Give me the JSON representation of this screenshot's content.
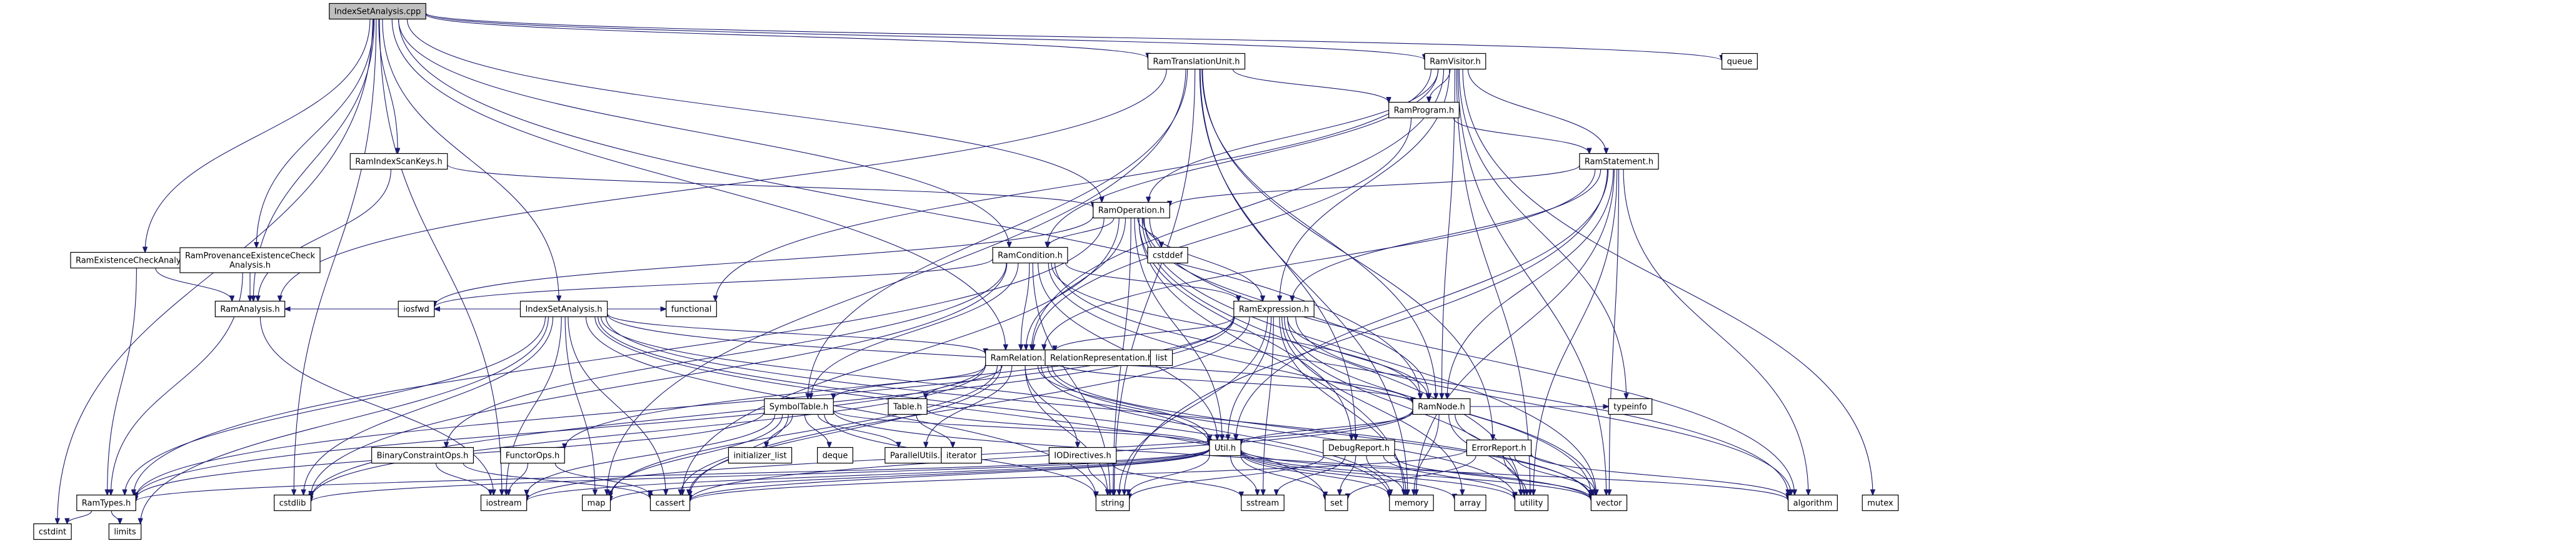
{
  "title": "IndexSetAnalysis.cpp",
  "colors": {
    "edge": "#191970",
    "box_border": "#000000",
    "box_border_red": "#ff0000",
    "box_fill": "#ffffff",
    "root_fill": "#bfbfbf",
    "text": "#000000"
  },
  "nodes": [
    {
      "id": "root",
      "label": "IndexSetAnalysis.cpp",
      "kind": "root"
    },
    {
      "id": "RamTranslationUnit",
      "label": "RamTranslationUnit.h",
      "kind": "file"
    },
    {
      "id": "RamVisitor",
      "label": "RamVisitor.h",
      "kind": "file"
    },
    {
      "id": "queue",
      "label": "queue",
      "kind": "external"
    },
    {
      "id": "RamProgram",
      "label": "RamProgram.h",
      "kind": "file"
    },
    {
      "id": "RamIndexScanKeys",
      "label": "RamIndexScanKeys.h",
      "kind": "file"
    },
    {
      "id": "RamStatement",
      "label": "RamStatement.h",
      "kind": "incomplete"
    },
    {
      "id": "RamOperation",
      "label": "RamOperation.h",
      "kind": "file"
    },
    {
      "id": "RamExistenceCheckAnalysis",
      "label": "RamExistenceCheckAnalysis.h",
      "kind": "file"
    },
    {
      "id": "RamProvenanceExistenceCheckAnalysis",
      "label": "RamProvenanceExistenceCheck\nAnalysis.h",
      "kind": "file"
    },
    {
      "id": "RamCondition",
      "label": "RamCondition.h",
      "kind": "file"
    },
    {
      "id": "cstddef",
      "label": "cstddef",
      "kind": "external"
    },
    {
      "id": "IndexSetAnalysis",
      "label": "IndexSetAnalysis.h",
      "kind": "file"
    },
    {
      "id": "RamExpression",
      "label": "RamExpression.h",
      "kind": "file"
    },
    {
      "id": "RamAnalysis",
      "label": "RamAnalysis.h",
      "kind": "file"
    },
    {
      "id": "iosfwd",
      "label": "iosfwd",
      "kind": "external"
    },
    {
      "id": "functional",
      "label": "functional",
      "kind": "external"
    },
    {
      "id": "RamRelation",
      "label": "RamRelation.h",
      "kind": "file"
    },
    {
      "id": "RelationRepresentation",
      "label": "RelationRepresentation.h",
      "kind": "incomplete"
    },
    {
      "id": "list",
      "label": "list",
      "kind": "external"
    },
    {
      "id": "SymbolTable",
      "label": "SymbolTable.h",
      "kind": "incomplete"
    },
    {
      "id": "Table",
      "label": "Table.h",
      "kind": "file"
    },
    {
      "id": "RamNode",
      "label": "RamNode.h",
      "kind": "file"
    },
    {
      "id": "typeinfo",
      "label": "typeinfo",
      "kind": "external"
    },
    {
      "id": "BinaryConstraintOps",
      "label": "BinaryConstraintOps.h",
      "kind": "file"
    },
    {
      "id": "FunctorOps",
      "label": "FunctorOps.h",
      "kind": "file"
    },
    {
      "id": "initializer_list",
      "label": "initializer_list",
      "kind": "external"
    },
    {
      "id": "deque",
      "label": "deque",
      "kind": "external"
    },
    {
      "id": "ParallelUtils",
      "label": "ParallelUtils.h",
      "kind": "incomplete"
    },
    {
      "id": "iterator",
      "label": "iterator",
      "kind": "external"
    },
    {
      "id": "IODirectives",
      "label": "IODirectives.h",
      "kind": "file"
    },
    {
      "id": "Util",
      "label": "Util.h",
      "kind": "incomplete"
    },
    {
      "id": "DebugReport",
      "label": "DebugReport.h",
      "kind": "incomplete"
    },
    {
      "id": "ErrorReport",
      "label": "ErrorReport.h",
      "kind": "incomplete"
    },
    {
      "id": "RamTypes",
      "label": "RamTypes.h",
      "kind": "file"
    },
    {
      "id": "cstdlib",
      "label": "cstdlib",
      "kind": "external"
    },
    {
      "id": "iostream",
      "label": "iostream",
      "kind": "external"
    },
    {
      "id": "map",
      "label": "map",
      "kind": "external"
    },
    {
      "id": "cassert",
      "label": "cassert",
      "kind": "external"
    },
    {
      "id": "string",
      "label": "string",
      "kind": "external"
    },
    {
      "id": "sstream",
      "label": "sstream",
      "kind": "external"
    },
    {
      "id": "set",
      "label": "set",
      "kind": "external"
    },
    {
      "id": "memory",
      "label": "memory",
      "kind": "external"
    },
    {
      "id": "array",
      "label": "array",
      "kind": "external"
    },
    {
      "id": "utility",
      "label": "utility",
      "kind": "external"
    },
    {
      "id": "vector",
      "label": "vector",
      "kind": "external"
    },
    {
      "id": "algorithm",
      "label": "algorithm",
      "kind": "external"
    },
    {
      "id": "mutex",
      "label": "mutex",
      "kind": "external"
    },
    {
      "id": "cstdint",
      "label": "cstdint",
      "kind": "external"
    },
    {
      "id": "limits",
      "label": "limits",
      "kind": "external"
    }
  ],
  "edges": [
    [
      "root",
      "RamTranslationUnit"
    ],
    [
      "root",
      "RamVisitor"
    ],
    [
      "root",
      "queue"
    ],
    [
      "root",
      "RamIndexScanKeys"
    ],
    [
      "root",
      "RamOperation"
    ],
    [
      "root",
      "RamExistenceCheckAnalysis"
    ],
    [
      "root",
      "RamProvenanceExistenceCheckAnalysis"
    ],
    [
      "root",
      "RamCondition"
    ],
    [
      "root",
      "IndexSetAnalysis"
    ],
    [
      "root",
      "RamRelation"
    ],
    [
      "root",
      "RamNode"
    ],
    [
      "root",
      "cstdint"
    ],
    [
      "root",
      "cstdlib"
    ],
    [
      "root",
      "iostream"
    ],
    [
      "root",
      "RamAnalysis"
    ],
    [
      "RamTranslationUnit",
      "RamProgram"
    ],
    [
      "RamTranslationUnit",
      "RamAnalysis"
    ],
    [
      "RamTranslationUnit",
      "SymbolTable"
    ],
    [
      "RamTranslationUnit",
      "DebugReport"
    ],
    [
      "RamTranslationUnit",
      "ErrorReport"
    ],
    [
      "RamTranslationUnit",
      "memory"
    ],
    [
      "RamTranslationUnit",
      "map"
    ],
    [
      "RamTranslationUnit",
      "string"
    ],
    [
      "RamTranslationUnit",
      "RamNode"
    ],
    [
      "RamVisitor",
      "RamProgram"
    ],
    [
      "RamVisitor",
      "RamStatement"
    ],
    [
      "RamVisitor",
      "RamOperation"
    ],
    [
      "RamVisitor",
      "RamCondition"
    ],
    [
      "RamVisitor",
      "RamExpression"
    ],
    [
      "RamVisitor",
      "RamRelation"
    ],
    [
      "RamVisitor",
      "RamNode"
    ],
    [
      "RamVisitor",
      "typeinfo"
    ],
    [
      "RamVisitor",
      "functional"
    ],
    [
      "RamVisitor",
      "vector"
    ],
    [
      "RamVisitor",
      "utility"
    ],
    [
      "RamVisitor",
      "mutex"
    ],
    [
      "RamProgram",
      "RamStatement"
    ],
    [
      "RamProgram",
      "RamRelation"
    ],
    [
      "RamIndexScanKeys",
      "RamOperation"
    ],
    [
      "RamIndexScanKeys",
      "RamAnalysis"
    ],
    [
      "RamStatement",
      "RamOperation"
    ],
    [
      "RamStatement",
      "RamExpression"
    ],
    [
      "RamStatement",
      "RamRelation"
    ],
    [
      "RamStatement",
      "RamNode"
    ],
    [
      "RamStatement",
      "Util"
    ],
    [
      "RamStatement",
      "algorithm"
    ],
    [
      "RamStatement",
      "vector"
    ],
    [
      "RamStatement",
      "utility"
    ],
    [
      "RamStatement",
      "string"
    ],
    [
      "RamStatement",
      "memory"
    ],
    [
      "RamOperation",
      "RamCondition"
    ],
    [
      "RamOperation",
      "RamExpression"
    ],
    [
      "RamOperation",
      "RamRelation"
    ],
    [
      "RamOperation",
      "RamNode"
    ],
    [
      "RamOperation",
      "cstddef"
    ],
    [
      "RamOperation",
      "Util"
    ],
    [
      "RamOperation",
      "DebugReport"
    ],
    [
      "RamOperation",
      "iosfwd"
    ],
    [
      "RamOperation",
      "RamTypes"
    ],
    [
      "RamOperation",
      "cassert"
    ],
    [
      "RamOperation",
      "string"
    ],
    [
      "RamOperation",
      "vector"
    ],
    [
      "RamOperation",
      "utility"
    ],
    [
      "RamOperation",
      "memory"
    ],
    [
      "RamOperation",
      "algorithm"
    ],
    [
      "RamExistenceCheckAnalysis",
      "RamAnalysis"
    ],
    [
      "RamExistenceCheckAnalysis",
      "RamTypes"
    ],
    [
      "RamProvenanceExistenceCheckAnalysis",
      "RamAnalysis"
    ],
    [
      "RamProvenanceExistenceCheckAnalysis",
      "RamTypes"
    ],
    [
      "RamCondition",
      "RamExpression"
    ],
    [
      "RamCondition",
      "RamRelation"
    ],
    [
      "RamCondition",
      "RamNode"
    ],
    [
      "RamCondition",
      "SymbolTable"
    ],
    [
      "RamCondition",
      "BinaryConstraintOps"
    ],
    [
      "RamCondition",
      "Util"
    ],
    [
      "RamCondition",
      "cstdlib"
    ],
    [
      "RamCondition",
      "iosfwd"
    ],
    [
      "RamCondition",
      "string"
    ],
    [
      "RamCondition",
      "vector"
    ],
    [
      "RamCondition",
      "algorithm"
    ],
    [
      "IndexSetAnalysis",
      "RamAnalysis"
    ],
    [
      "IndexSetAnalysis",
      "RamRelation"
    ],
    [
      "IndexSetAnalysis",
      "iosfwd"
    ],
    [
      "IndexSetAnalysis",
      "functional"
    ],
    [
      "IndexSetAnalysis",
      "RamTypes"
    ],
    [
      "IndexSetAnalysis",
      "cstdlib"
    ],
    [
      "IndexSetAnalysis",
      "limits"
    ],
    [
      "IndexSetAnalysis",
      "iostream"
    ],
    [
      "IndexSetAnalysis",
      "map"
    ],
    [
      "IndexSetAnalysis",
      "cassert"
    ],
    [
      "IndexSetAnalysis",
      "string"
    ],
    [
      "IndexSetAnalysis",
      "set"
    ],
    [
      "IndexSetAnalysis",
      "memory"
    ],
    [
      "IndexSetAnalysis",
      "vector"
    ],
    [
      "IndexSetAnalysis",
      "Util"
    ],
    [
      "IndexSetAnalysis",
      "RamNode"
    ],
    [
      "RamExpression",
      "RamRelation"
    ],
    [
      "RamExpression",
      "RamNode"
    ],
    [
      "RamExpression",
      "FunctorOps"
    ],
    [
      "RamExpression",
      "RamTypes"
    ],
    [
      "RamExpression",
      "Util"
    ],
    [
      "RamExpression",
      "string"
    ],
    [
      "RamExpression",
      "sstream"
    ],
    [
      "RamExpression",
      "memory"
    ],
    [
      "RamExpression",
      "vector"
    ],
    [
      "RamExpression",
      "utility"
    ],
    [
      "RamExpression",
      "algorithm"
    ],
    [
      "RamExpression",
      "array"
    ],
    [
      "RamExpression",
      "cstdlib"
    ],
    [
      "RamExpression",
      "cassert"
    ],
    [
      "RamAnalysis",
      "iostream"
    ],
    [
      "RamRelation",
      "RelationRepresentation"
    ],
    [
      "RamRelation",
      "list"
    ],
    [
      "RamRelation",
      "SymbolTable"
    ],
    [
      "RamRelation",
      "Table"
    ],
    [
      "RamRelation",
      "RamNode"
    ],
    [
      "RamRelation",
      "ParallelUtils"
    ],
    [
      "RamRelation",
      "IODirectives"
    ],
    [
      "RamRelation",
      "Util"
    ],
    [
      "RamRelation",
      "RamTypes"
    ],
    [
      "RamRelation",
      "cstdlib"
    ],
    [
      "RamRelation",
      "map"
    ],
    [
      "RamRelation",
      "cassert"
    ],
    [
      "RamRelation",
      "string"
    ],
    [
      "RamRelation",
      "memory"
    ],
    [
      "RamRelation",
      "utility"
    ],
    [
      "RamRelation",
      "vector"
    ],
    [
      "SymbolTable",
      "ParallelUtils"
    ],
    [
      "SymbolTable",
      "RamTypes"
    ],
    [
      "SymbolTable",
      "initializer_list"
    ],
    [
      "SymbolTable",
      "deque"
    ],
    [
      "SymbolTable",
      "iostream"
    ],
    [
      "SymbolTable",
      "map"
    ],
    [
      "SymbolTable",
      "cassert"
    ],
    [
      "SymbolTable",
      "string"
    ],
    [
      "SymbolTable",
      "vector"
    ],
    [
      "SymbolTable",
      "Util"
    ],
    [
      "Table",
      "iterator"
    ],
    [
      "Table",
      "Util"
    ],
    [
      "RamNode",
      "typeinfo"
    ],
    [
      "RamNode",
      "cassert"
    ],
    [
      "RamNode",
      "iostream"
    ],
    [
      "RamNode",
      "memory"
    ],
    [
      "RamNode",
      "vector"
    ],
    [
      "RamNode",
      "utility"
    ],
    [
      "RamNode",
      "Util"
    ],
    [
      "BinaryConstraintOps",
      "iostream"
    ],
    [
      "BinaryConstraintOps",
      "cassert"
    ],
    [
      "FunctorOps",
      "iostream"
    ],
    [
      "FunctorOps",
      "cassert"
    ],
    [
      "IODirectives",
      "string"
    ],
    [
      "IODirectives",
      "sstream"
    ],
    [
      "Util",
      "RamTypes"
    ],
    [
      "Util",
      "cstdlib"
    ],
    [
      "Util",
      "iostream"
    ],
    [
      "Util",
      "map"
    ],
    [
      "Util",
      "cassert"
    ],
    [
      "Util",
      "string"
    ],
    [
      "Util",
      "sstream"
    ],
    [
      "Util",
      "set"
    ],
    [
      "Util",
      "memory"
    ],
    [
      "Util",
      "array"
    ],
    [
      "Util",
      "utility"
    ],
    [
      "Util",
      "vector"
    ],
    [
      "Util",
      "algorithm"
    ],
    [
      "DebugReport",
      "string"
    ],
    [
      "DebugReport",
      "sstream"
    ],
    [
      "DebugReport",
      "set"
    ],
    [
      "DebugReport",
      "memory"
    ],
    [
      "DebugReport",
      "utility"
    ],
    [
      "DebugReport",
      "vector"
    ],
    [
      "ErrorReport",
      "cassert"
    ],
    [
      "ErrorReport",
      "set"
    ],
    [
      "ErrorReport",
      "utility"
    ],
    [
      "ErrorReport",
      "vector"
    ],
    [
      "ErrorReport",
      "algorithm"
    ],
    [
      "RamTypes",
      "cstdint"
    ],
    [
      "RamTypes",
      "limits"
    ]
  ]
}
